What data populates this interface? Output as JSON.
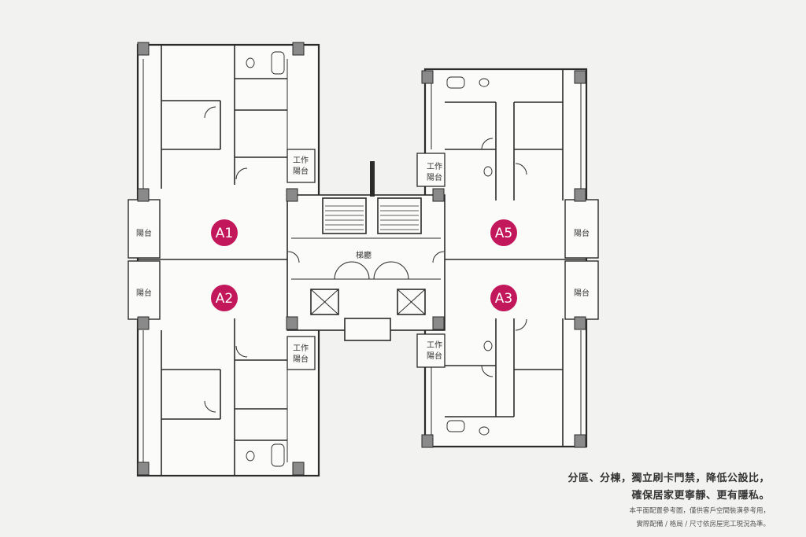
{
  "units": [
    {
      "label": "A1"
    },
    {
      "label": "A2"
    },
    {
      "label": "A3"
    },
    {
      "label": "A5"
    }
  ],
  "rooms": {
    "balcony": "陽台",
    "service_balcony_line1": "工作",
    "service_balcony_line2": "陽台",
    "lobby": "梯廳"
  },
  "caption": {
    "line1": "分區、分棟，獨立刷卡門禁，降低公設比，",
    "line2": "確保居家更寧靜、更有隱私。",
    "line3": "本平面配置參考圖，僅供客戶空間裝潢參考用，",
    "line4": "實際配備 / 格局 / 尺寸依房屋完工現況為準。"
  },
  "colors": {
    "badge": "#c2185b",
    "wall": "#2b2b2b",
    "column": "#8a8a8a",
    "background": "#f2f2f0"
  }
}
